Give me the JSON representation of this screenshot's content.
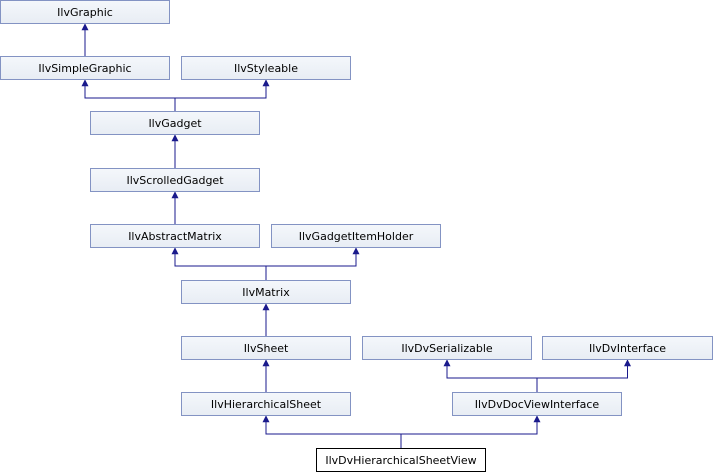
{
  "diagram": {
    "nodes": [
      {
        "id": "graphic",
        "label": "IlvGraphic"
      },
      {
        "id": "simplegraphic",
        "label": "IlvSimpleGraphic"
      },
      {
        "id": "styleable",
        "label": "IlvStyleable"
      },
      {
        "id": "gadget",
        "label": "IlvGadget"
      },
      {
        "id": "scrolledgadget",
        "label": "IlvScrolledGadget"
      },
      {
        "id": "abstractmatrix",
        "label": "IlvAbstractMatrix"
      },
      {
        "id": "gadgetitemholder",
        "label": "IlvGadgetItemHolder"
      },
      {
        "id": "matrix",
        "label": "IlvMatrix"
      },
      {
        "id": "sheet",
        "label": "IlvSheet"
      },
      {
        "id": "dvserializable",
        "label": "IlvDvSerializable"
      },
      {
        "id": "dvinterface",
        "label": "IlvDvInterface"
      },
      {
        "id": "hierarchicalsheet",
        "label": "IlvHierarchicalSheet"
      },
      {
        "id": "dvdocviewinterface",
        "label": "IlvDvDocViewInterface"
      },
      {
        "id": "dvhierarchicalsheetview",
        "label": "IlvDvHierarchicalSheetView"
      }
    ],
    "edges": [
      {
        "child": "simplegraphic",
        "parent": "graphic"
      },
      {
        "child": "gadget",
        "parent": "simplegraphic"
      },
      {
        "child": "gadget",
        "parent": "styleable"
      },
      {
        "child": "scrolledgadget",
        "parent": "gadget"
      },
      {
        "child": "abstractmatrix",
        "parent": "scrolledgadget"
      },
      {
        "child": "matrix",
        "parent": "abstractmatrix"
      },
      {
        "child": "matrix",
        "parent": "gadgetitemholder"
      },
      {
        "child": "sheet",
        "parent": "matrix"
      },
      {
        "child": "hierarchicalsheet",
        "parent": "sheet"
      },
      {
        "child": "dvdocviewinterface",
        "parent": "dvserializable"
      },
      {
        "child": "dvdocviewinterface",
        "parent": "dvinterface"
      },
      {
        "child": "dvhierarchicalsheetview",
        "parent": "hierarchicalsheet"
      },
      {
        "child": "dvhierarchicalsheetview",
        "parent": "dvdocviewinterface"
      }
    ],
    "current": "dvhierarchicalsheetview",
    "colors": {
      "edge": "#1a1a8c",
      "node_border": "#8393c3",
      "node_fill": "#eaeef5"
    }
  }
}
